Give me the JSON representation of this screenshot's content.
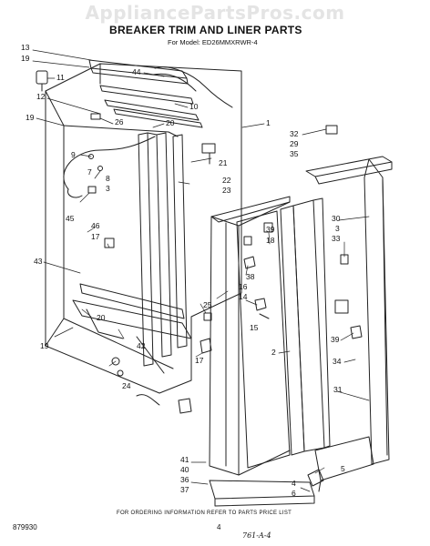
{
  "watermark": "AppliancePartsPros.com",
  "title": "BREAKER TRIM AND LINER PARTS",
  "subtitle": "For Model: ED26MMXRWR-4",
  "footer_note": "FOR ORDERING INFORMATION REFER TO PARTS PRICE LIST",
  "diagram_number": "879930",
  "page_number": "4",
  "handwritten_code": "761-A-4",
  "callouts": [
    "13",
    "19",
    "11",
    "12",
    "44",
    "10",
    "20",
    "19",
    "26",
    "32",
    "29",
    "35",
    "1",
    "21",
    "22",
    "23",
    "9",
    "7",
    "8",
    "3",
    "45",
    "46",
    "17",
    "43",
    "18",
    "39",
    "38",
    "16",
    "14",
    "25",
    "15",
    "30",
    "3",
    "33",
    "2",
    "39",
    "34",
    "20",
    "42",
    "19",
    "17",
    "24",
    "31",
    "41",
    "40",
    "36",
    "37",
    "4",
    "6",
    "5"
  ]
}
